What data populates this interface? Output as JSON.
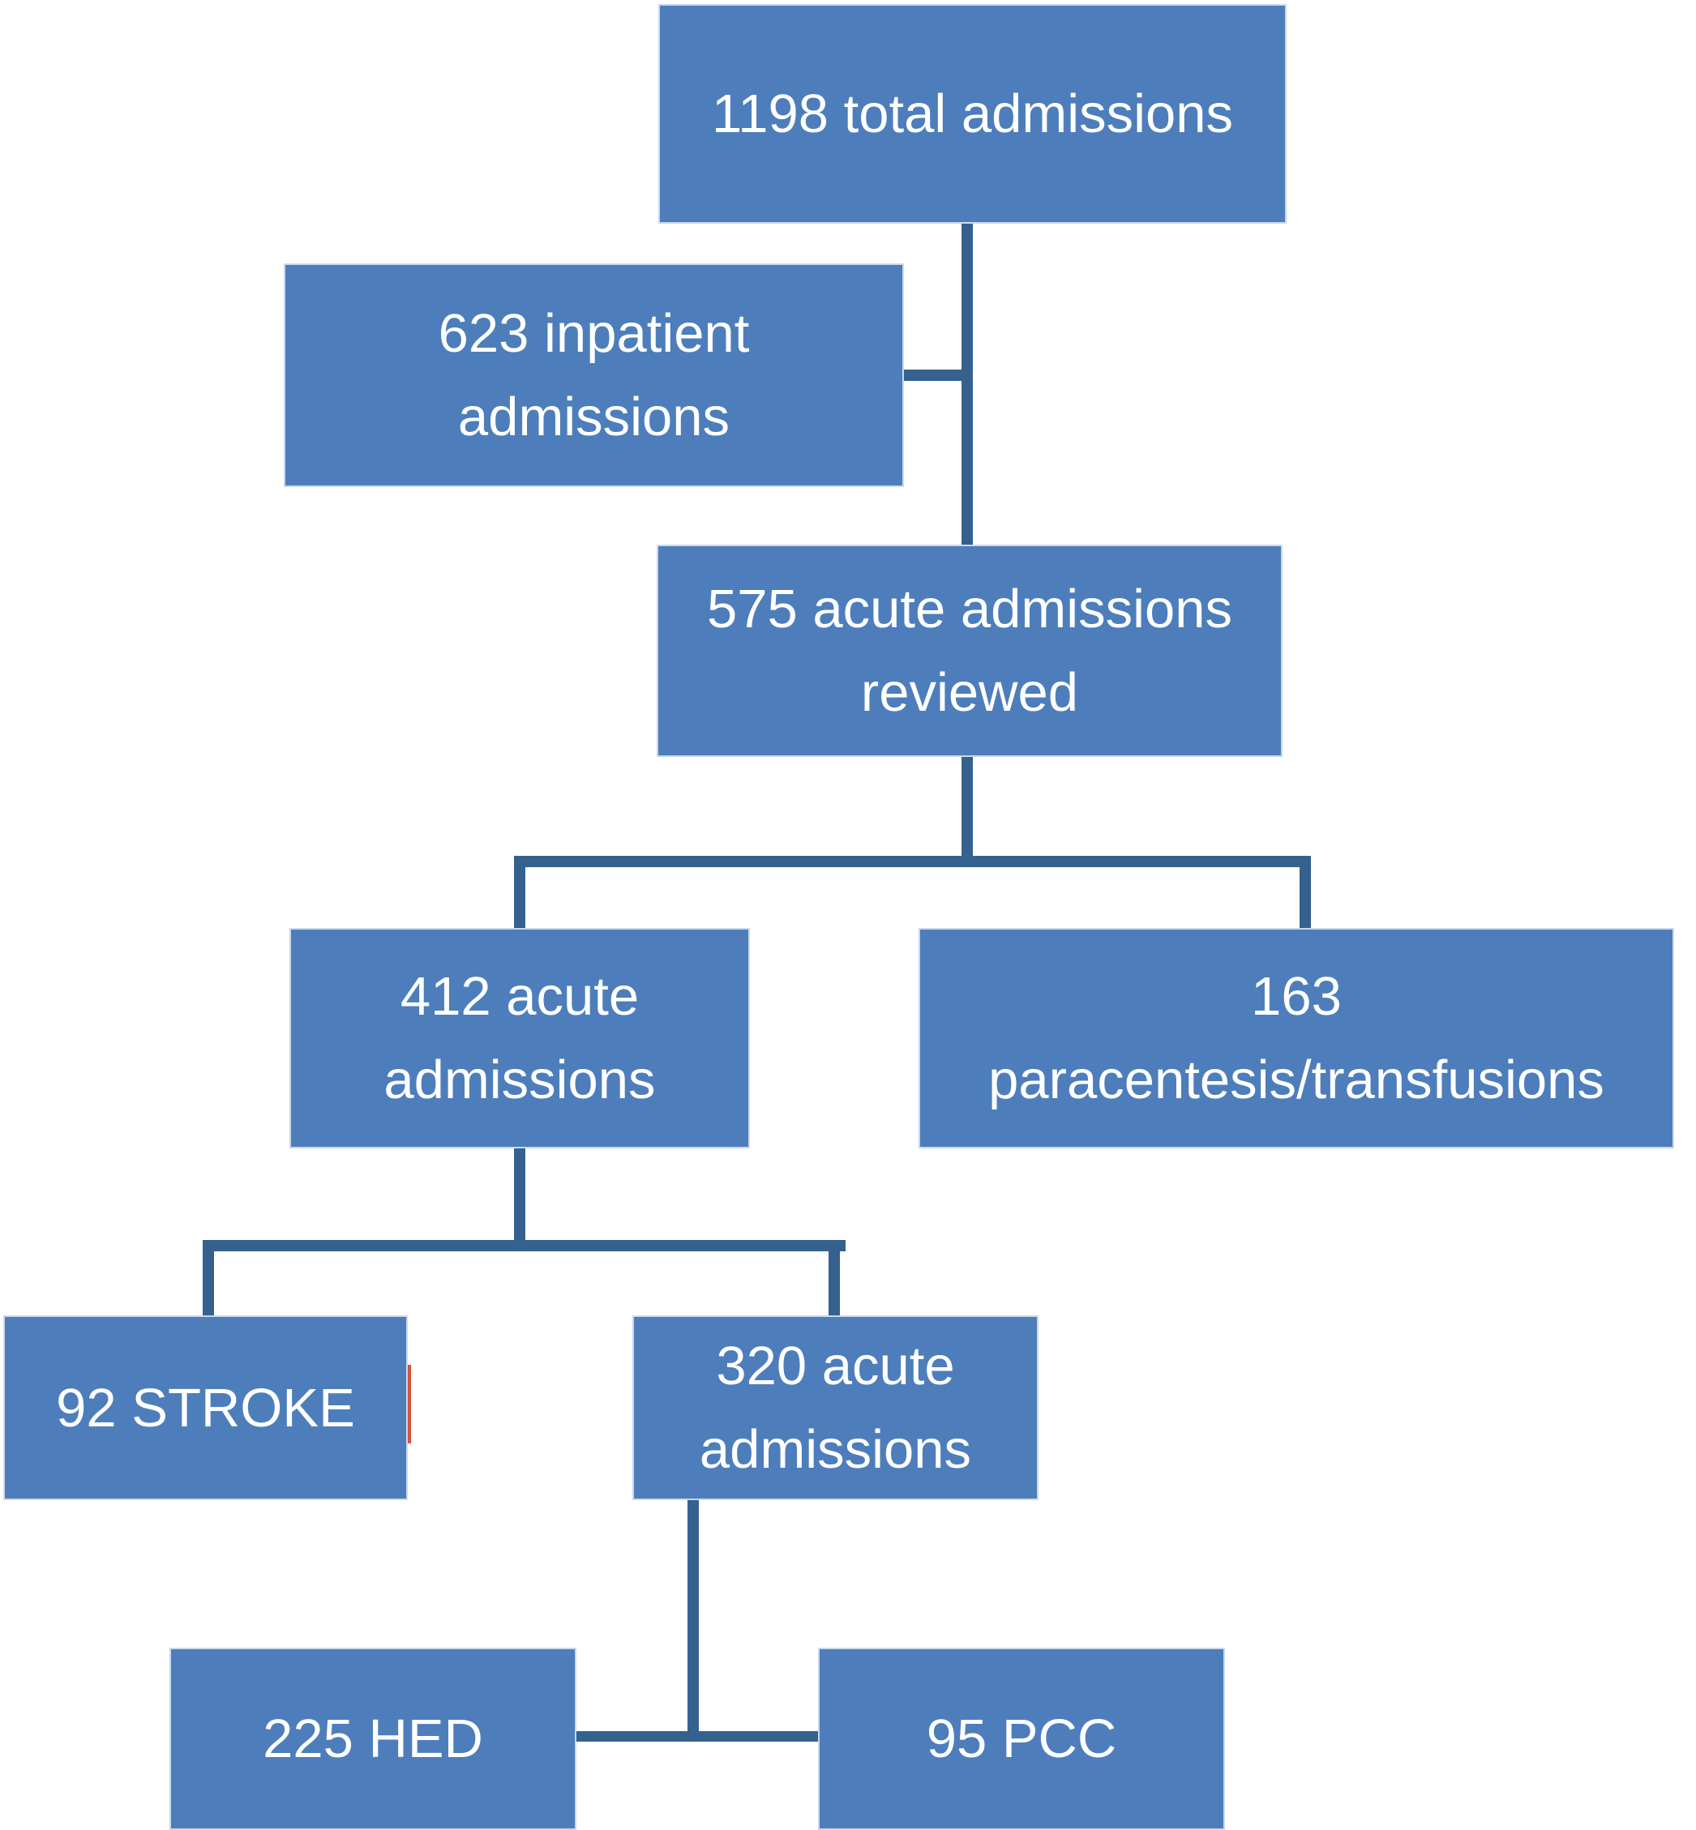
{
  "colors": {
    "background": "#FFFFFF",
    "box_fill": "#4D7EBB",
    "box_border": "#CBD8EC",
    "connector": "#35618F",
    "text": "#FFFFFF",
    "artifact_red": "#D8503C"
  },
  "nodes": [
    {
      "id": "total",
      "lines": [
        "1198 total admissions"
      ]
    },
    {
      "id": "inpatient",
      "lines": [
        "623 inpatient",
        "admissions"
      ]
    },
    {
      "id": "reviewed",
      "lines": [
        "575 acute admissions",
        "reviewed"
      ]
    },
    {
      "id": "acute412",
      "lines": [
        "412 acute",
        "admissions"
      ]
    },
    {
      "id": "para163",
      "lines": [
        "163",
        "paracentesis/transfusions"
      ]
    },
    {
      "id": "stroke",
      "lines": [
        "92 STROKE"
      ]
    },
    {
      "id": "acute320",
      "lines": [
        "320 acute",
        "admissions"
      ]
    },
    {
      "id": "hed",
      "lines": [
        "225 HED"
      ]
    },
    {
      "id": "pcc",
      "lines": [
        "95 PCC"
      ]
    }
  ],
  "edges": [
    {
      "from": "total",
      "to": "inpatient"
    },
    {
      "from": "total",
      "to": "reviewed"
    },
    {
      "from": "reviewed",
      "to": "acute412"
    },
    {
      "from": "reviewed",
      "to": "para163"
    },
    {
      "from": "acute412",
      "to": "stroke"
    },
    {
      "from": "acute412",
      "to": "acute320"
    },
    {
      "from": "acute320",
      "to": "hed"
    },
    {
      "from": "acute320",
      "to": "pcc"
    }
  ]
}
